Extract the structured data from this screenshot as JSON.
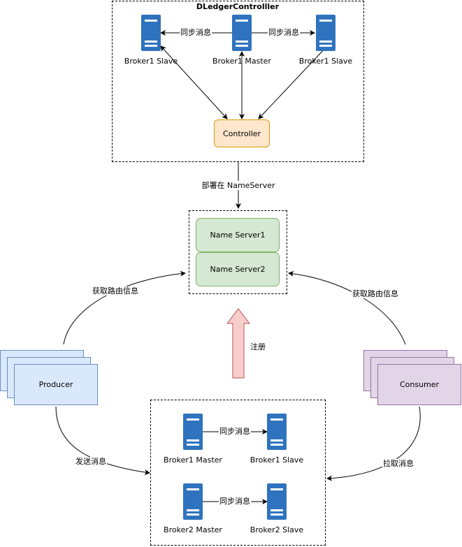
{
  "dledger": {
    "title": "DLedgerControlller",
    "brokers": {
      "slave_left": "Broker1 Slave",
      "master": "Broker1 Master",
      "slave_right": "Broker1 Slave"
    },
    "sync_label_left": "同步消息",
    "sync_label_right": "同步消息",
    "controller": "Controller"
  },
  "deploy_label": "部署在 NameServer",
  "nameservers": [
    "Name Server1",
    "Name Server2"
  ],
  "register_label": "注册",
  "producer": {
    "label": "Producer",
    "route_label": "获取路由信息",
    "send_label": "发送消息"
  },
  "consumer": {
    "label": "Consumer",
    "route_label": "获取路由信息",
    "pull_label": "拉取消息"
  },
  "broker_cluster": {
    "row1": {
      "master": "Broker1 Master",
      "slave": "Broker1 Slave",
      "sync_label": "同步消息"
    },
    "row2": {
      "master": "Broker2 Master",
      "slave": "Broker2 Slave",
      "sync_label": "同步消息"
    }
  },
  "colors": {
    "server_blue": "#2f73bf",
    "nameserver_fill": "#d5e8d4",
    "nameserver_stroke": "#82b366",
    "controller_fill": "#ffe6cc",
    "controller_stroke": "#d79b00",
    "producer_fill": "#dae8fc",
    "producer_stroke": "#6c8ebf",
    "consumer_fill": "#e1d5e7",
    "consumer_stroke": "#9673a6",
    "register_arrow_fill": "#f8cecc",
    "register_arrow_stroke": "#b85450"
  },
  "icons": [
    "server-icon"
  ]
}
